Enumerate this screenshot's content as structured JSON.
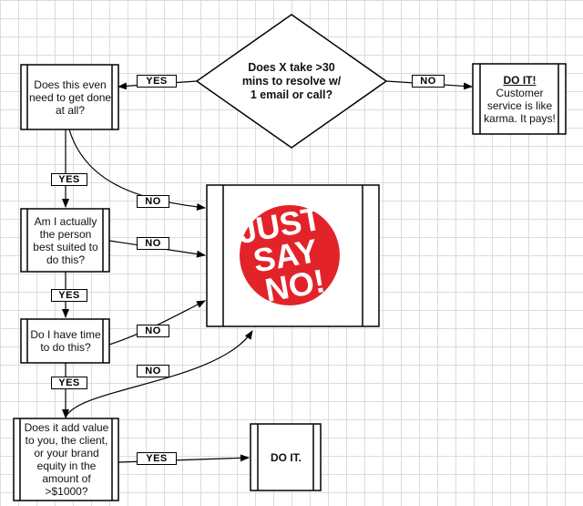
{
  "colors": {
    "badge_red": "#e3232a",
    "line": "#000000",
    "grid": "#dcdcdc"
  },
  "nodes": {
    "q_time": {
      "text": "Does X take >30 mins to resolve w/ 1 email or call?"
    },
    "q_needed": {
      "text": "Does this even need to get done at all?"
    },
    "do_it_top": {
      "title": "DO IT!",
      "text": "Customer service is like karma. It pays!"
    },
    "q_person": {
      "text": "Am I actually the person best suited to do this?"
    },
    "q_have_time": {
      "text": "Do I have time to do this?"
    },
    "q_value": {
      "text": "Does it add value to you, the client, or your brand equity in the amount of >$1000?"
    },
    "do_it_bottom": {
      "text": "DO IT."
    },
    "just_say_no": {
      "lines": [
        "JUST",
        "SAY",
        "NO!"
      ]
    }
  },
  "edges": {
    "time_yes": "YES",
    "time_no": "NO",
    "needed_yes": "YES",
    "needed_no": "NO",
    "person_yes": "YES",
    "person_no": "NO",
    "have_time_yes": "YES",
    "have_time_no": "NO",
    "value_yes": "YES",
    "value_no": "NO"
  }
}
